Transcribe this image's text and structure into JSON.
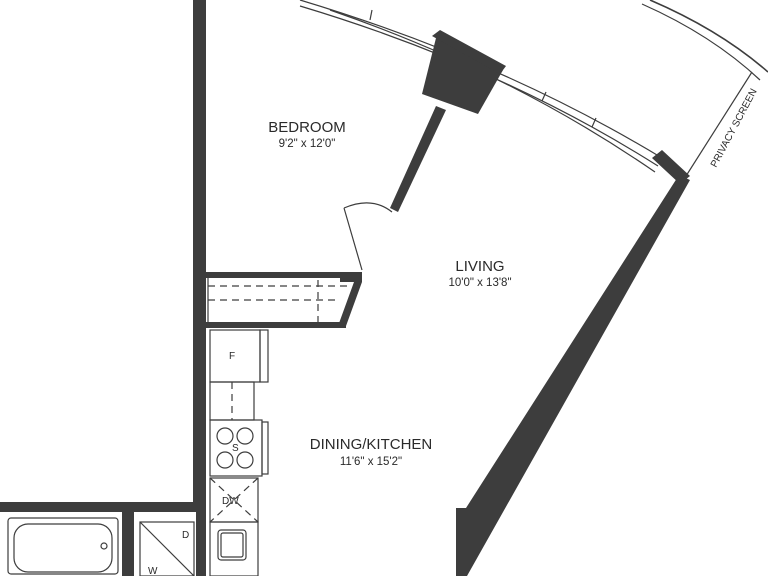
{
  "rooms": {
    "bedroom": {
      "name": "BEDROOM",
      "dims": "9'2\" x 12'0\""
    },
    "living": {
      "name": "LIVING",
      "dims": "10'0\" x 13'8\""
    },
    "dining_kitchen": {
      "name": "DINING/KITCHEN",
      "dims": "11'6\" x 15'2\""
    }
  },
  "labels": {
    "privacy_screen": "PRIVACY SCREEN",
    "fridge": "F",
    "stove": "S",
    "dishwasher": "DW",
    "shower_d": "D",
    "washer_w": "W"
  },
  "colors": {
    "walls": "#3d3d3d",
    "background": "#ffffff"
  }
}
